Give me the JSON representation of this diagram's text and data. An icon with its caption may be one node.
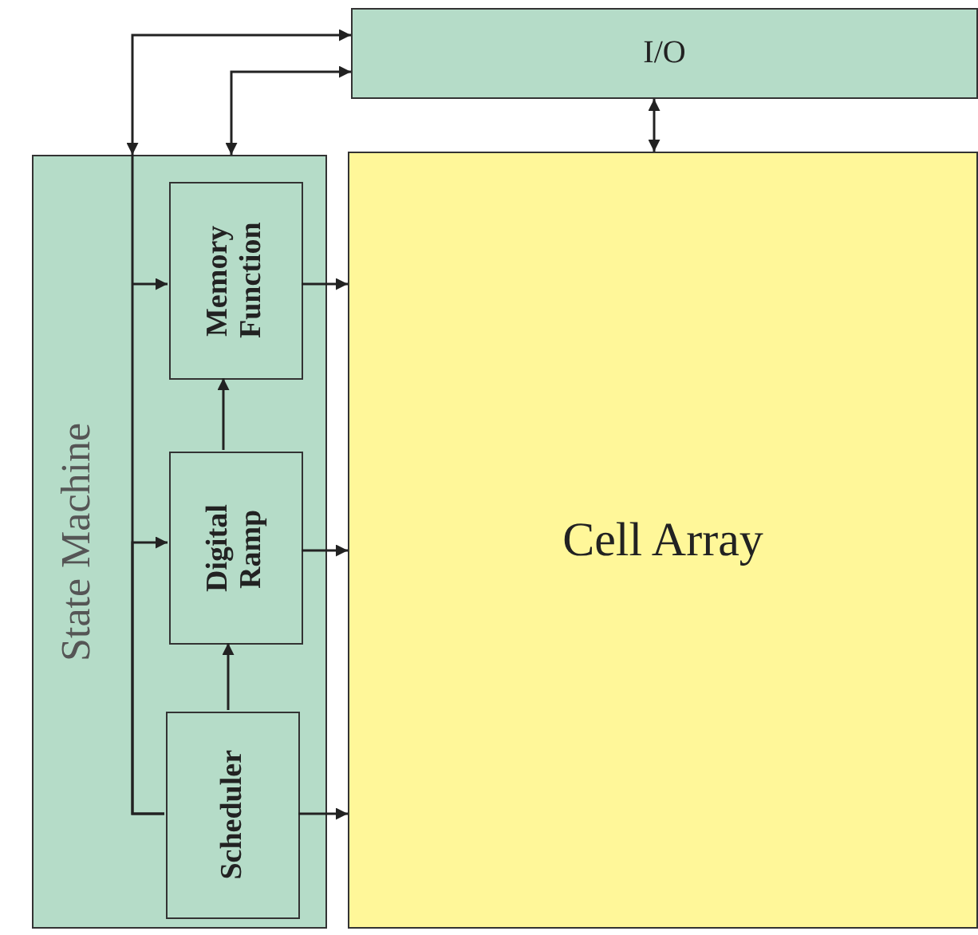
{
  "diagram": {
    "nodes": [
      {
        "text": [
          "I/O"
        ]
      },
      {
        "text": [
          "State Machine"
        ]
      },
      {
        "text": [
          "Memory Function"
        ],
        "in": 1
      },
      {
        "text": [
          "Digital Ramp"
        ],
        "in": 1
      },
      {
        "text": [
          "Scheduler"
        ],
        "in": 1
      },
      {
        "text": [
          "Cell Array"
        ]
      }
    ],
    "edges": [
      {
        "from": 0,
        "to": 1,
        "arrow": "both"
      },
      {
        "from": 0,
        "to": 1,
        "arrow": "both"
      },
      {
        "from": 0,
        "to": 5,
        "arrow": "both"
      },
      {
        "from": 4,
        "to": 2,
        "arrow": "to"
      },
      {
        "from": 4,
        "to": 3,
        "arrow": "to"
      },
      {
        "from": 4,
        "to": 3,
        "arrow": "to"
      },
      {
        "from": 3,
        "to": 2,
        "arrow": "to"
      },
      {
        "from": 2,
        "to": 5,
        "arrow": "to"
      },
      {
        "from": 3,
        "to": 5,
        "arrow": "to"
      },
      {
        "from": 4,
        "to": 5,
        "arrow": "to"
      }
    ]
  }
}
